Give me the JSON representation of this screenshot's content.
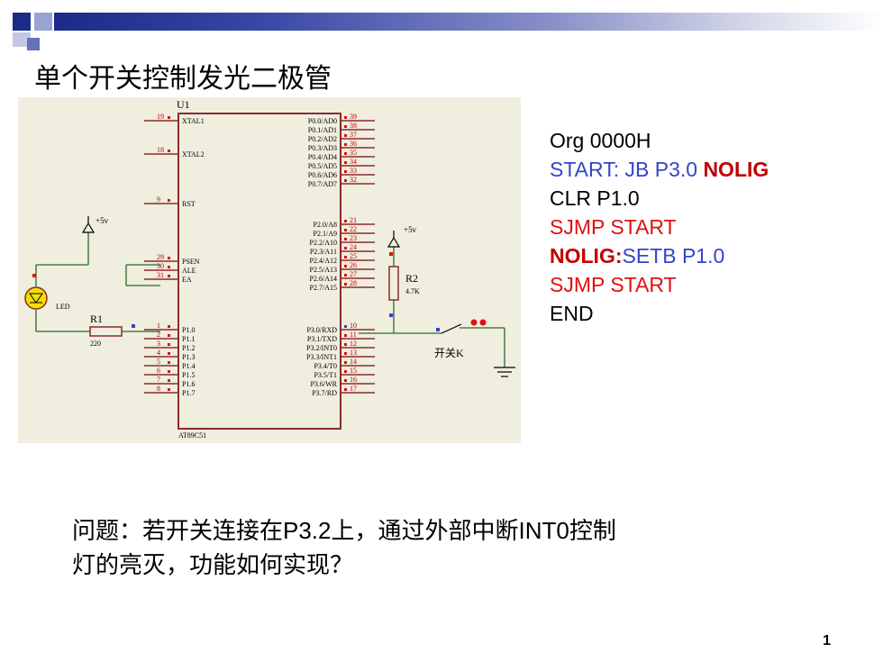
{
  "slide": {
    "title": "单个开关控制发光二极管",
    "page_number": "1",
    "colors": {
      "red": "#e01010",
      "dark_red": "#c00000",
      "blue": "#3344cc",
      "bar": "#1c2a8a"
    }
  },
  "code": {
    "line1": "Org 0000H",
    "line2_label": "START: JB P3.0 ",
    "line2_target": "NOLIG",
    "line3": "CLR P1.0",
    "line4": "SJMP  START",
    "line5_label": "NOLIG:",
    "line5_instr": "SETB P1.0",
    "line6": "SJMP START",
    "line7": "END"
  },
  "question": {
    "line1": "问题：若开关连接在P3.2上，通过外部中断INT0控制",
    "line2": "灯的亮灭，功能如何实现？"
  },
  "schematic": {
    "chip_ref": "U1",
    "chip_name": "AT89C51",
    "vcc_left": "+5v",
    "vcc_right": "+5v",
    "led_label": "LED",
    "r1_ref": "R1",
    "r1_value": "220",
    "r2_ref": "R2",
    "r2_value": "4.7K",
    "switch_label": "开关K",
    "left_pins": [
      {
        "num": "19",
        "name": "XTAL1"
      },
      {
        "num": "18",
        "name": "XTAL2"
      },
      {
        "num": "9",
        "name": "RST"
      },
      {
        "num": "29",
        "name": "PSEN"
      },
      {
        "num": "30",
        "name": "ALE"
      },
      {
        "num": "31",
        "name": "EA"
      },
      {
        "num": "1",
        "name": "P1.0"
      },
      {
        "num": "2",
        "name": "P1.1"
      },
      {
        "num": "3",
        "name": "P1.2"
      },
      {
        "num": "4",
        "name": "P1.3"
      },
      {
        "num": "5",
        "name": "P1.4"
      },
      {
        "num": "6",
        "name": "P1.5"
      },
      {
        "num": "7",
        "name": "P1.6"
      },
      {
        "num": "8",
        "name": "P1.7"
      }
    ],
    "right_pins": [
      {
        "num": "39",
        "name": "P0.0/AD0"
      },
      {
        "num": "38",
        "name": "P0.1/AD1"
      },
      {
        "num": "37",
        "name": "P0.2/AD2"
      },
      {
        "num": "36",
        "name": "P0.3/AD3"
      },
      {
        "num": "35",
        "name": "P0.4/AD4"
      },
      {
        "num": "34",
        "name": "P0.5/AD5"
      },
      {
        "num": "33",
        "name": "P0.6/AD6"
      },
      {
        "num": "32",
        "name": "P0.7/AD7"
      },
      {
        "num": "21",
        "name": "P2.0/A8"
      },
      {
        "num": "22",
        "name": "P2.1/A9"
      },
      {
        "num": "23",
        "name": "P2.2/A10"
      },
      {
        "num": "24",
        "name": "P2.3/A11"
      },
      {
        "num": "25",
        "name": "P2.4/A12"
      },
      {
        "num": "26",
        "name": "P2.5/A13"
      },
      {
        "num": "27",
        "name": "P2.6/A14"
      },
      {
        "num": "28",
        "name": "P2.7/A15"
      },
      {
        "num": "10",
        "name": "P3.0/RXD"
      },
      {
        "num": "11",
        "name": "P3.1/TXD"
      },
      {
        "num": "12",
        "name": "P3.2/INT0"
      },
      {
        "num": "13",
        "name": "P3.3/INT1"
      },
      {
        "num": "14",
        "name": "P3.4/T0"
      },
      {
        "num": "15",
        "name": "P3.5/T1"
      },
      {
        "num": "16",
        "name": "P3.6/WR"
      },
      {
        "num": "17",
        "name": "P3.7/RD"
      }
    ]
  }
}
